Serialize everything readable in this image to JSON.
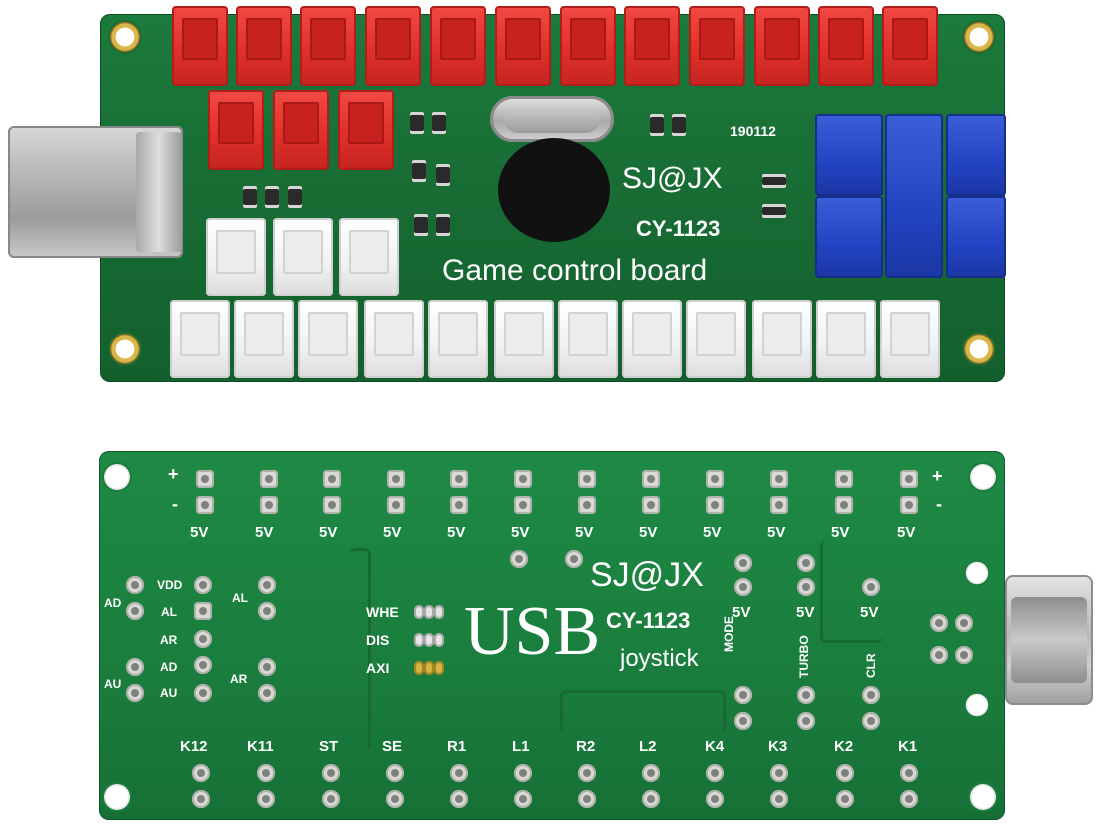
{
  "top_board": {
    "date_code": "190112",
    "brand": "SJ@JX",
    "model": "CY-1123",
    "title": "Game control board"
  },
  "bottom_board": {
    "plus_left": "+",
    "minus_left": "-",
    "plus_right": "+",
    "minus_right": "-",
    "voltage_labels": [
      "5V",
      "5V",
      "5V",
      "5V",
      "5V",
      "5V",
      "5V",
      "5V",
      "5V",
      "5V",
      "5V",
      "5V"
    ],
    "left_labels": {
      "vdd": "VDD",
      "ad_top": "AD",
      "al_left": "AL",
      "al_right": "AL",
      "ar_left": "AR",
      "ad_mid": "AD",
      "au_left": "AU",
      "au_mid": "AU",
      "ar_right": "AR"
    },
    "switch_labels": [
      "WHE",
      "DIS",
      "AXI"
    ],
    "usb_text": "USB",
    "brand": "SJ@JX",
    "model": "CY-1123",
    "subtitle": "joystick",
    "mode_5v": "5V",
    "turbo_5v": "5V",
    "clr_5v": "5V",
    "mode": "MODE",
    "turbo": "TURBO",
    "clr": "CLR",
    "button_labels": [
      "K12",
      "K11",
      "ST",
      "SE",
      "R1",
      "L1",
      "R2",
      "L2",
      "K4",
      "K3",
      "K2",
      "K1"
    ]
  }
}
